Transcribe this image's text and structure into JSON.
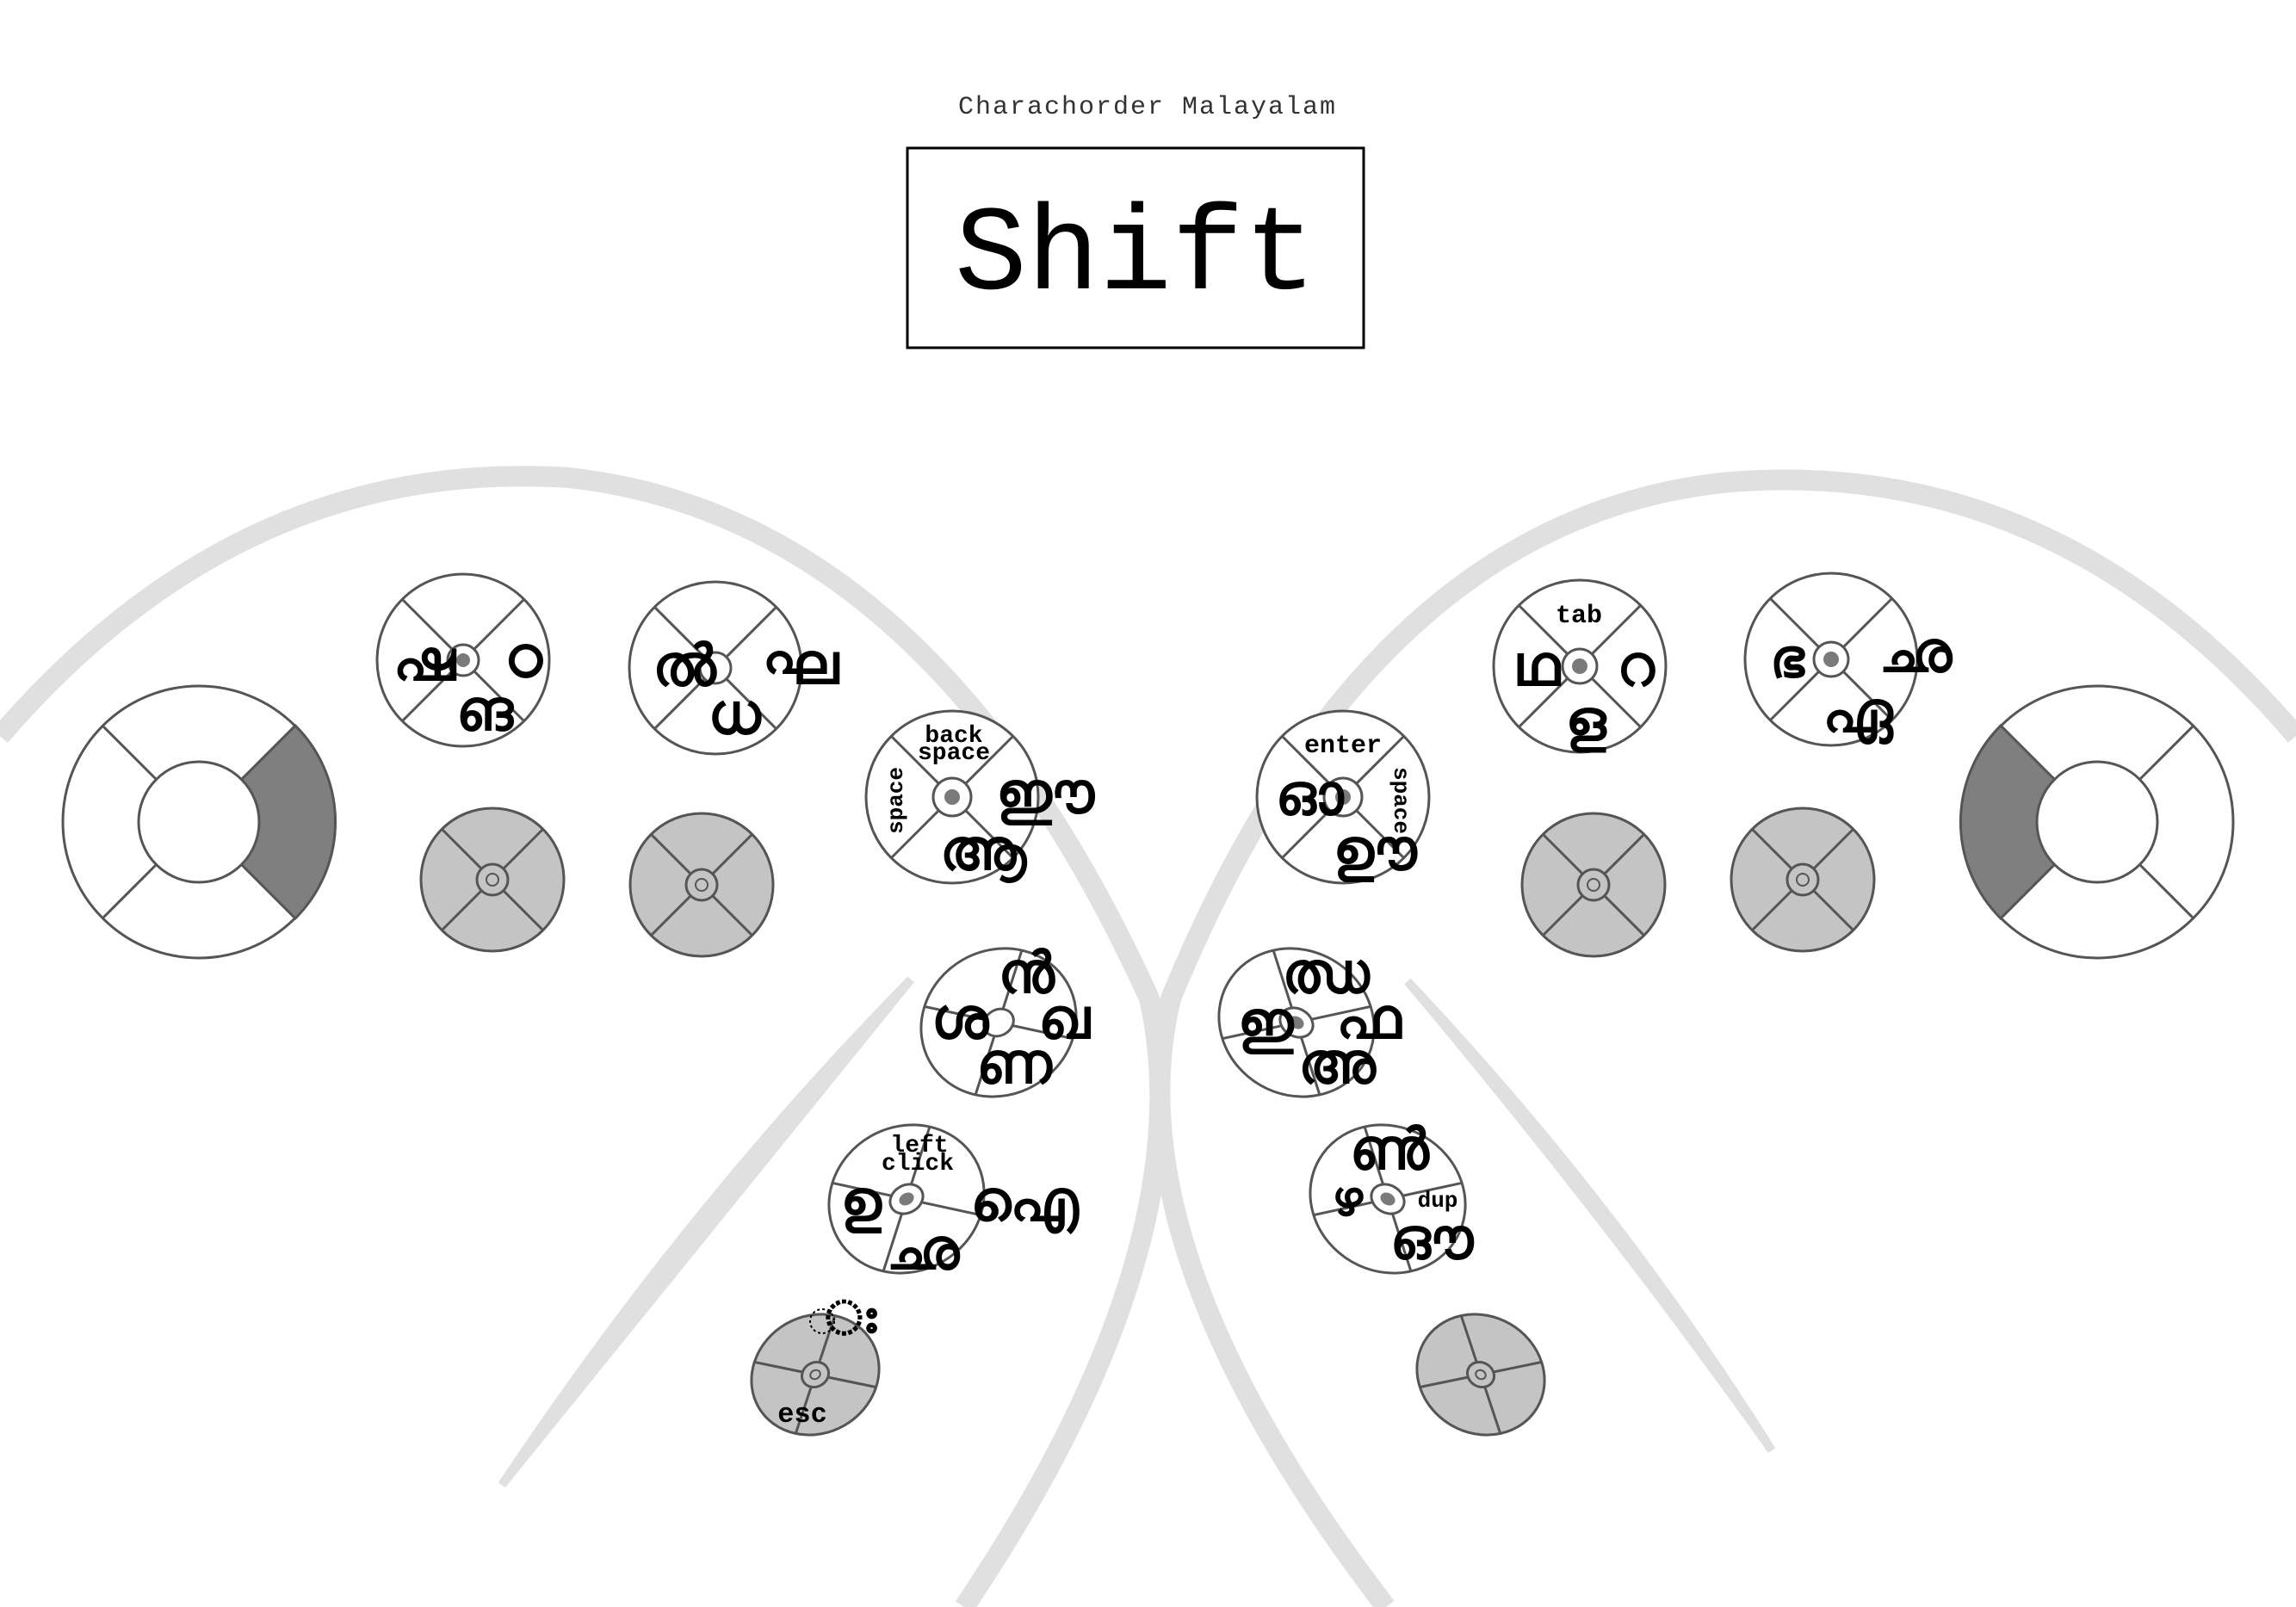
{
  "header": {
    "subtitle": "Charachorder Malayalam",
    "layer_name": "Shift"
  },
  "colors": {
    "arc": "#e0e0e0",
    "stroke": "#555555",
    "switch_fill": "#ffffff",
    "switch_grey": "#c4c4c4",
    "thumb_highlight": "#7f7f7f",
    "center_dot": "#7a7a7a"
  },
  "keys": {
    "left_row1_a": {
      "top": "",
      "left": "ഷ",
      "right": "ഠ",
      "bottom": "ങ"
    },
    "left_row1_b": {
      "top": "",
      "left": "ൽ",
      "right": "ഘ",
      "bottom": "ധ"
    },
    "left_thumb1": {
      "top": "back space",
      "left": "space",
      "right": "ഈ",
      "bottom": "ആ"
    },
    "left_thumb2": {
      "top": "ൻ",
      "left": "ശ",
      "right": "ഖ",
      "bottom": "ണ"
    },
    "left_thumb3": {
      "top": "left click",
      "left": "ഉ",
      "right": "ഐ",
      "bottom": "ഛ"
    },
    "left_thumb4": {
      "top": "ഃ",
      "bottom": "esc"
    },
    "right_thumb1": {
      "top": "enter",
      "left": "ഓ",
      "right": "space",
      "bottom": "ഊ"
    },
    "right_thumb2": {
      "top": "ഝ",
      "left": "ഇ",
      "right": "ഫ",
      "bottom": "അ"
    },
    "right_thumb3": {
      "top": "ൺ",
      "left": "ഴ",
      "right": "dup",
      "bottom": "ഔ"
    },
    "right_row1_a": {
      "top": "tab",
      "left": "ഥ",
      "right": "റ",
      "bottom": "ള"
    },
    "right_row1_b": {
      "top": "",
      "left": "ഭ",
      "right": "ഛ",
      "bottom": "ഏ"
    }
  }
}
